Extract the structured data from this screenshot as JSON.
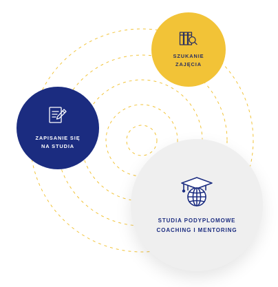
{
  "nodes": {
    "search": {
      "line1": "SZUKANIE",
      "line2": "ZAJĘCIA",
      "icon": "books-search-icon",
      "color": "#f2c337"
    },
    "enroll": {
      "line1": "ZAPISANIE SIĘ",
      "line2": "NA STUDIA",
      "icon": "form-pen-icon",
      "color": "#1b2c80"
    },
    "postgrad": {
      "line1": "STUDIA PODYPLOMOWE",
      "line2": "COACHING I MENTORING",
      "icon": "graduation-globe-icon",
      "color": "#efefef"
    }
  },
  "colors": {
    "ring": "#f2c337",
    "accent_blue": "#1b2c80"
  }
}
